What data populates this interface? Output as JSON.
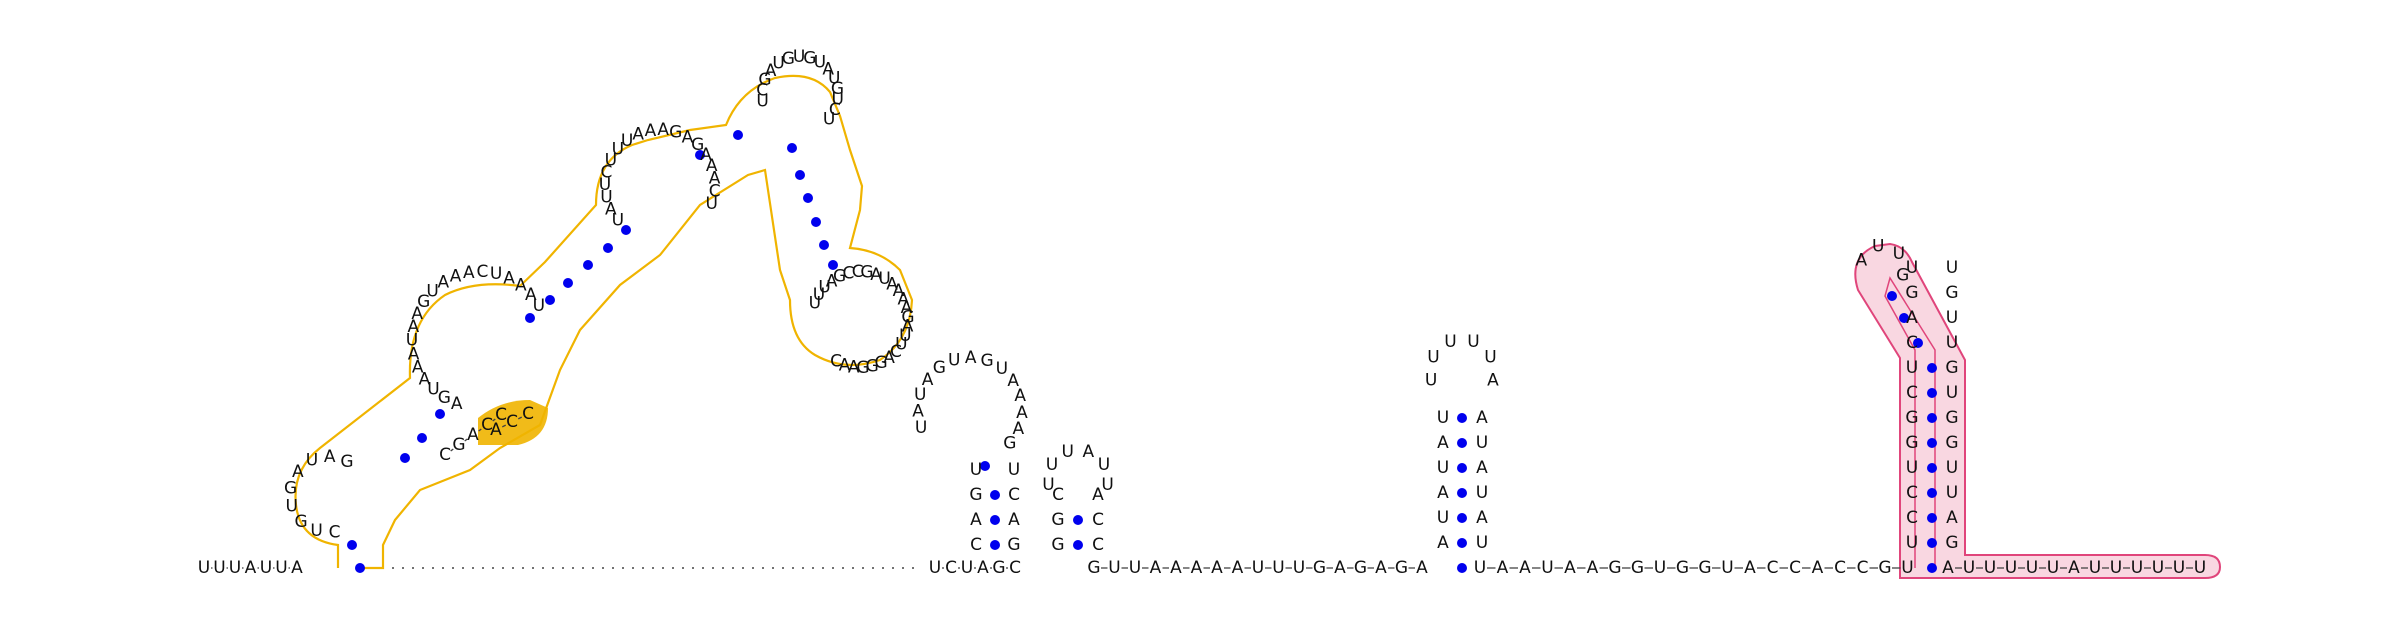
{
  "colors": {
    "background": "#ffffff",
    "text": "#111111",
    "pair_dot": "#0000ee",
    "backbone": "#444444",
    "highlight_orange_stroke": "#f0b400",
    "highlight_orange_fill": "#f0b400",
    "highlight_pink_stroke": "#e0457b",
    "highlight_pink_fill": "#f9d7e1"
  },
  "sequence": {
    "five_prime_tail": [
      "U",
      "U",
      "U",
      "A",
      "U",
      "U",
      "A"
    ],
    "hairpin_2_left": [
      "U",
      "C",
      "U",
      "A",
      "G",
      "C"
    ],
    "hairpin_2_right": [
      "G",
      "U",
      "U",
      "A",
      "A",
      "A",
      "A",
      "A",
      "U",
      "U",
      "U",
      "G",
      "A",
      "G",
      "A",
      "G",
      "A"
    ],
    "hairpin_3_mid": [
      "U",
      "A",
      "A",
      "U",
      "A",
      "A",
      "G",
      "G",
      "U",
      "G",
      "G",
      "U",
      "A",
      "C",
      "C",
      "A",
      "C",
      "C",
      "G",
      "U"
    ],
    "three_prime_tail": [
      "A",
      "U",
      "U",
      "U",
      "U",
      "U",
      "A",
      "U",
      "U",
      "U",
      "U",
      "U",
      "U"
    ]
  },
  "hairpin_a": {
    "loop": [
      "U",
      "A",
      "U",
      "A",
      "G",
      "U",
      "A",
      "G",
      "U",
      "A",
      "A",
      "A",
      "A",
      "G"
    ],
    "stem_left": [
      "C",
      "A",
      "G",
      "U"
    ],
    "stem_right": [
      "G",
      "A",
      "C",
      "U"
    ]
  },
  "hairpin_b": {
    "loop": [
      "U",
      "U",
      "U",
      "A",
      "U",
      "U"
    ],
    "stem_left": [
      "G",
      "G",
      "C"
    ],
    "stem_right": [
      "C",
      "C",
      "A"
    ]
  },
  "hairpin_c": {
    "loop": [
      "U",
      "U",
      "U",
      "U",
      "U",
      "A"
    ],
    "stem_left": [
      "A",
      "U",
      "A",
      "U",
      "A",
      "U"
    ],
    "stem_right": [
      "U",
      "A",
      "U",
      "A",
      "U",
      "A"
    ]
  },
  "hairpin_pink": {
    "loop": [
      "A",
      "U",
      "U",
      "G"
    ],
    "stem_left": [
      "U",
      "C",
      "C",
      "U",
      "G",
      "G",
      "C",
      "U",
      "C",
      "A",
      "G",
      "U"
    ],
    "stem_right": [
      "G",
      "A",
      "U",
      "U",
      "G",
      "G",
      "U",
      "G",
      "U",
      "U",
      "G",
      "U"
    ]
  },
  "multibranch": {
    "loop1": [
      "C",
      "U",
      "G",
      "U",
      "G",
      "A",
      "U",
      "A",
      "G"
    ],
    "loop2": [
      "A",
      "G",
      "U",
      "A",
      "A",
      "A",
      "U",
      "A",
      "A",
      "G",
      "U",
      "A",
      "A",
      "A",
      "C",
      "U",
      "A",
      "A",
      "A",
      "U"
    ],
    "loop3": [
      "U",
      "A",
      "U",
      "U",
      "C",
      "U",
      "U",
      "U",
      "A",
      "A",
      "A",
      "G",
      "A",
      "G",
      "A",
      "A",
      "A",
      "C",
      "U"
    ],
    "loop4": [
      "U",
      "C",
      "G",
      "A",
      "U",
      "G",
      "U",
      "G",
      "U",
      "A",
      "U",
      "G",
      "U",
      "C",
      "U"
    ],
    "highlighted": [
      "A",
      "C",
      "C"
    ],
    "right_strand": [
      "U",
      "U",
      "U",
      "A",
      "G",
      "C",
      "C",
      "G",
      "A",
      "U",
      "A",
      "A",
      "A",
      "A",
      "G",
      "A",
      "U",
      "U",
      "C",
      "A",
      "G",
      "G",
      "G",
      "A",
      "A",
      "C"
    ],
    "bottom_inner": [
      "C",
      "G",
      "A",
      "C",
      "C"
    ]
  }
}
